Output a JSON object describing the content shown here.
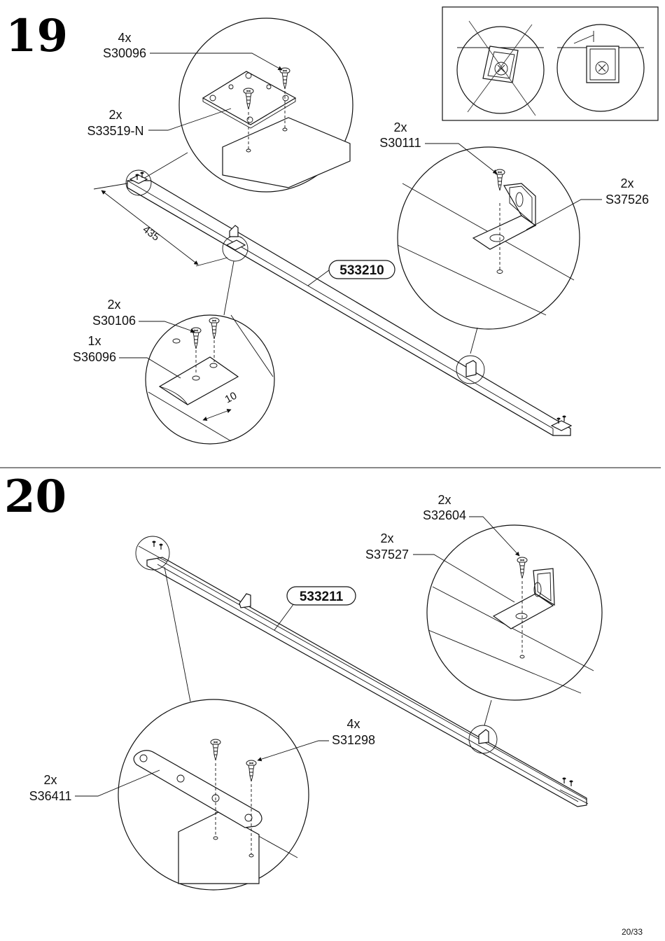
{
  "page_number": "20/33",
  "steps": [
    {
      "number": "19",
      "board_code": "533210",
      "dimensions": [
        "435",
        "10"
      ],
      "parts": [
        {
          "qty": "4x",
          "code": "S30096"
        },
        {
          "qty": "2x",
          "code": "S33519-N"
        },
        {
          "qty": "2x",
          "code": "S30111"
        },
        {
          "qty": "2x",
          "code": "S37526"
        },
        {
          "qty": "2x",
          "code": "S30106"
        },
        {
          "qty": "1x",
          "code": "S36096"
        }
      ]
    },
    {
      "number": "20",
      "board_code": "533211",
      "parts": [
        {
          "qty": "2x",
          "code": "S32604"
        },
        {
          "qty": "2x",
          "code": "S37527"
        },
        {
          "qty": "4x",
          "code": "S31298"
        },
        {
          "qty": "2x",
          "code": "S36411"
        }
      ]
    }
  ]
}
